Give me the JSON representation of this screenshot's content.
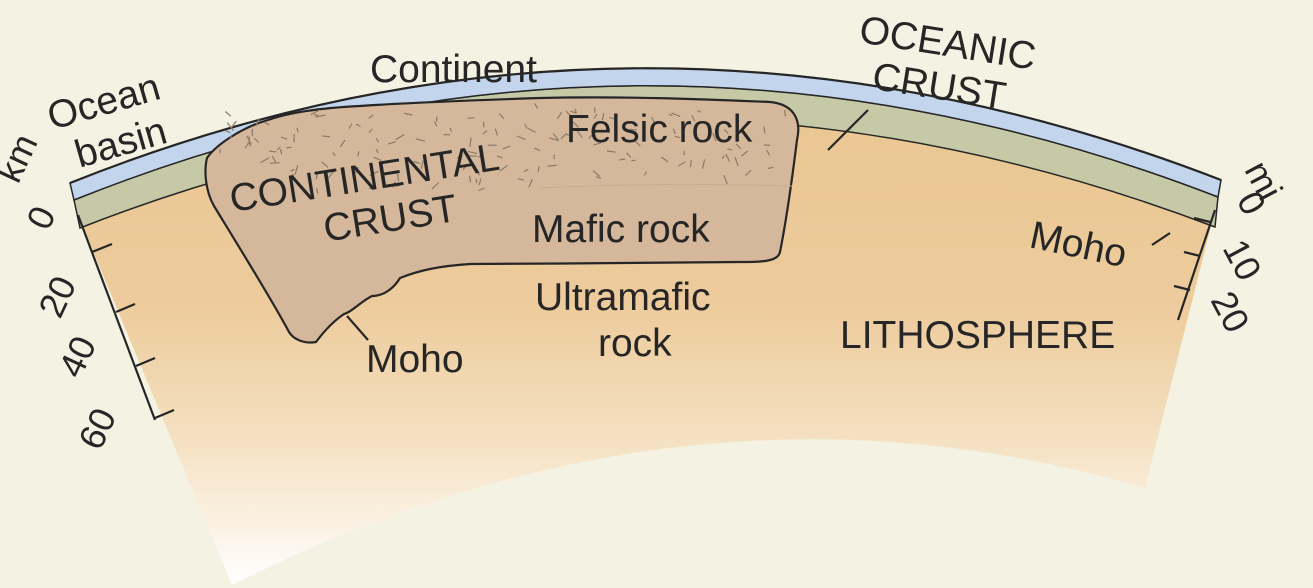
{
  "labels": {
    "continent": "Continent",
    "ocean_basin": [
      "Ocean",
      "basin"
    ],
    "oceanic_crust": [
      "OCEANIC",
      "CRUST"
    ],
    "continental_crust": [
      "CONTINENTAL",
      "CRUST"
    ],
    "felsic_rock": "Felsic rock",
    "mafic_rock": "Mafic rock",
    "ultramafic_rock": [
      "Ultramafic",
      "rock"
    ],
    "moho_continental": "Moho",
    "moho_oceanic": "Moho",
    "lithosphere": "LITHOSPHERE"
  },
  "left_scale": {
    "unit": "km",
    "ticks": [
      "0",
      "20",
      "40",
      "60"
    ]
  },
  "right_scale": {
    "unit": "mi",
    "ticks": [
      "0",
      "10",
      "20"
    ]
  },
  "colors": {
    "background": "#f4f2e2",
    "oceanic_crust_upper": "#c3d5ec",
    "oceanic_crust_lower": "#c6c9a5",
    "lithosphere": "#ebc996",
    "continental_crust": "#d5b89b",
    "outline": "#262626"
  }
}
